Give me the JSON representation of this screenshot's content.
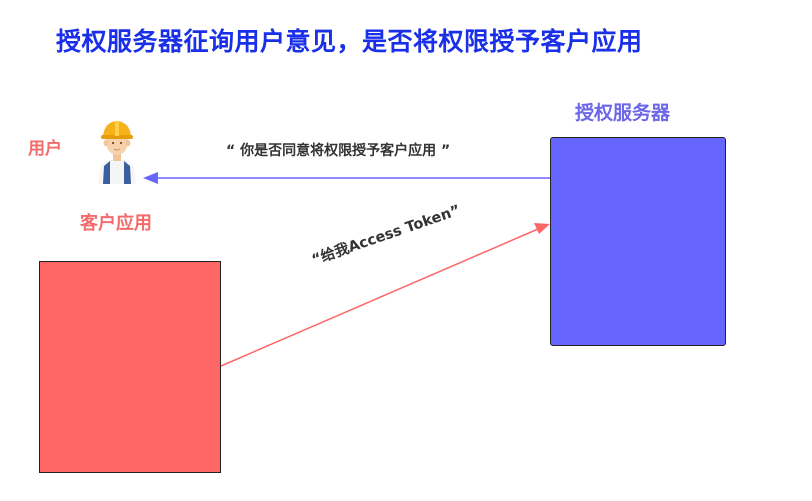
{
  "title": "授权服务器征询用户意见，是否将权限授予客户应用",
  "nodes": {
    "user": "用户",
    "client": "客户应用",
    "server": "授权服务器"
  },
  "edges": {
    "consent_request": "“ 你是否同意将权限授予客户应用 ”",
    "token_request": "“给我Access Token”"
  },
  "icons": {
    "user": "worker-with-helmet-icon"
  },
  "colors": {
    "title": "#1a2fe8",
    "client": "#ff6666",
    "server": "#6666ff",
    "consent_arrow": "#6666ff",
    "token_arrow": "#ff6666"
  }
}
